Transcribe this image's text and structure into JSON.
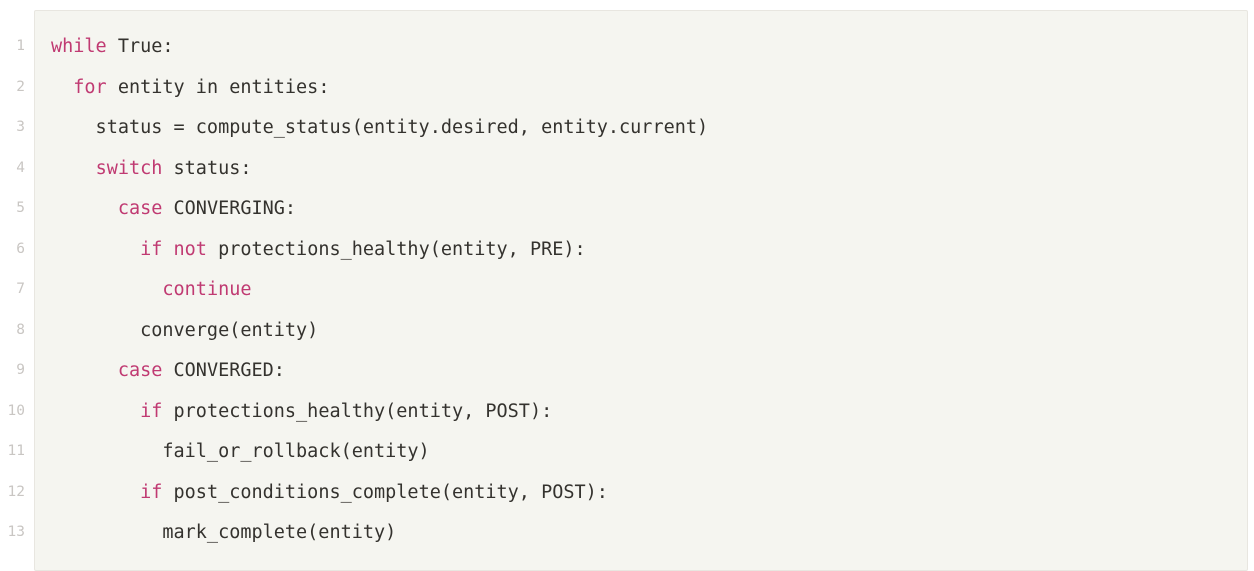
{
  "code_block": {
    "language": "python",
    "background_color": "#f5f5f0",
    "border_color": "#e8e6e0",
    "text_color": "#34322e",
    "keyword_color": "#c03a72",
    "line_number_color": "#c9c6c3",
    "lines": [
      {
        "number": "1",
        "tokens": [
          {
            "text": "while",
            "type": "keyword"
          },
          {
            "text": " True:",
            "type": "plain"
          }
        ]
      },
      {
        "number": "2",
        "tokens": [
          {
            "text": "  ",
            "type": "plain"
          },
          {
            "text": "for",
            "type": "keyword"
          },
          {
            "text": " entity in entities:",
            "type": "plain"
          }
        ]
      },
      {
        "number": "3",
        "tokens": [
          {
            "text": "    status = compute_status(entity.desired, entity.current)",
            "type": "plain"
          }
        ]
      },
      {
        "number": "4",
        "tokens": [
          {
            "text": "    ",
            "type": "plain"
          },
          {
            "text": "switch",
            "type": "keyword"
          },
          {
            "text": " status:",
            "type": "plain"
          }
        ]
      },
      {
        "number": "5",
        "tokens": [
          {
            "text": "      ",
            "type": "plain"
          },
          {
            "text": "case",
            "type": "keyword"
          },
          {
            "text": " CONVERGING:",
            "type": "plain"
          }
        ]
      },
      {
        "number": "6",
        "tokens": [
          {
            "text": "        ",
            "type": "plain"
          },
          {
            "text": "if",
            "type": "keyword"
          },
          {
            "text": " ",
            "type": "plain"
          },
          {
            "text": "not",
            "type": "keyword"
          },
          {
            "text": " protections_healthy(entity, PRE):",
            "type": "plain"
          }
        ]
      },
      {
        "number": "7",
        "tokens": [
          {
            "text": "          ",
            "type": "plain"
          },
          {
            "text": "continue",
            "type": "keyword"
          }
        ]
      },
      {
        "number": "8",
        "tokens": [
          {
            "text": "        converge(entity)",
            "type": "plain"
          }
        ]
      },
      {
        "number": "9",
        "tokens": [
          {
            "text": "      ",
            "type": "plain"
          },
          {
            "text": "case",
            "type": "keyword"
          },
          {
            "text": " CONVERGED:",
            "type": "plain"
          }
        ]
      },
      {
        "number": "10",
        "tokens": [
          {
            "text": "        ",
            "type": "plain"
          },
          {
            "text": "if",
            "type": "keyword"
          },
          {
            "text": " protections_healthy(entity, POST):",
            "type": "plain"
          }
        ]
      },
      {
        "number": "11",
        "tokens": [
          {
            "text": "          fail_or_rollback(entity)",
            "type": "plain"
          }
        ]
      },
      {
        "number": "12",
        "tokens": [
          {
            "text": "        ",
            "type": "plain"
          },
          {
            "text": "if",
            "type": "keyword"
          },
          {
            "text": " post_conditions_complete(entity, POST):",
            "type": "plain"
          }
        ]
      },
      {
        "number": "13",
        "tokens": [
          {
            "text": "          mark_complete(entity)",
            "type": "plain"
          }
        ]
      }
    ]
  }
}
